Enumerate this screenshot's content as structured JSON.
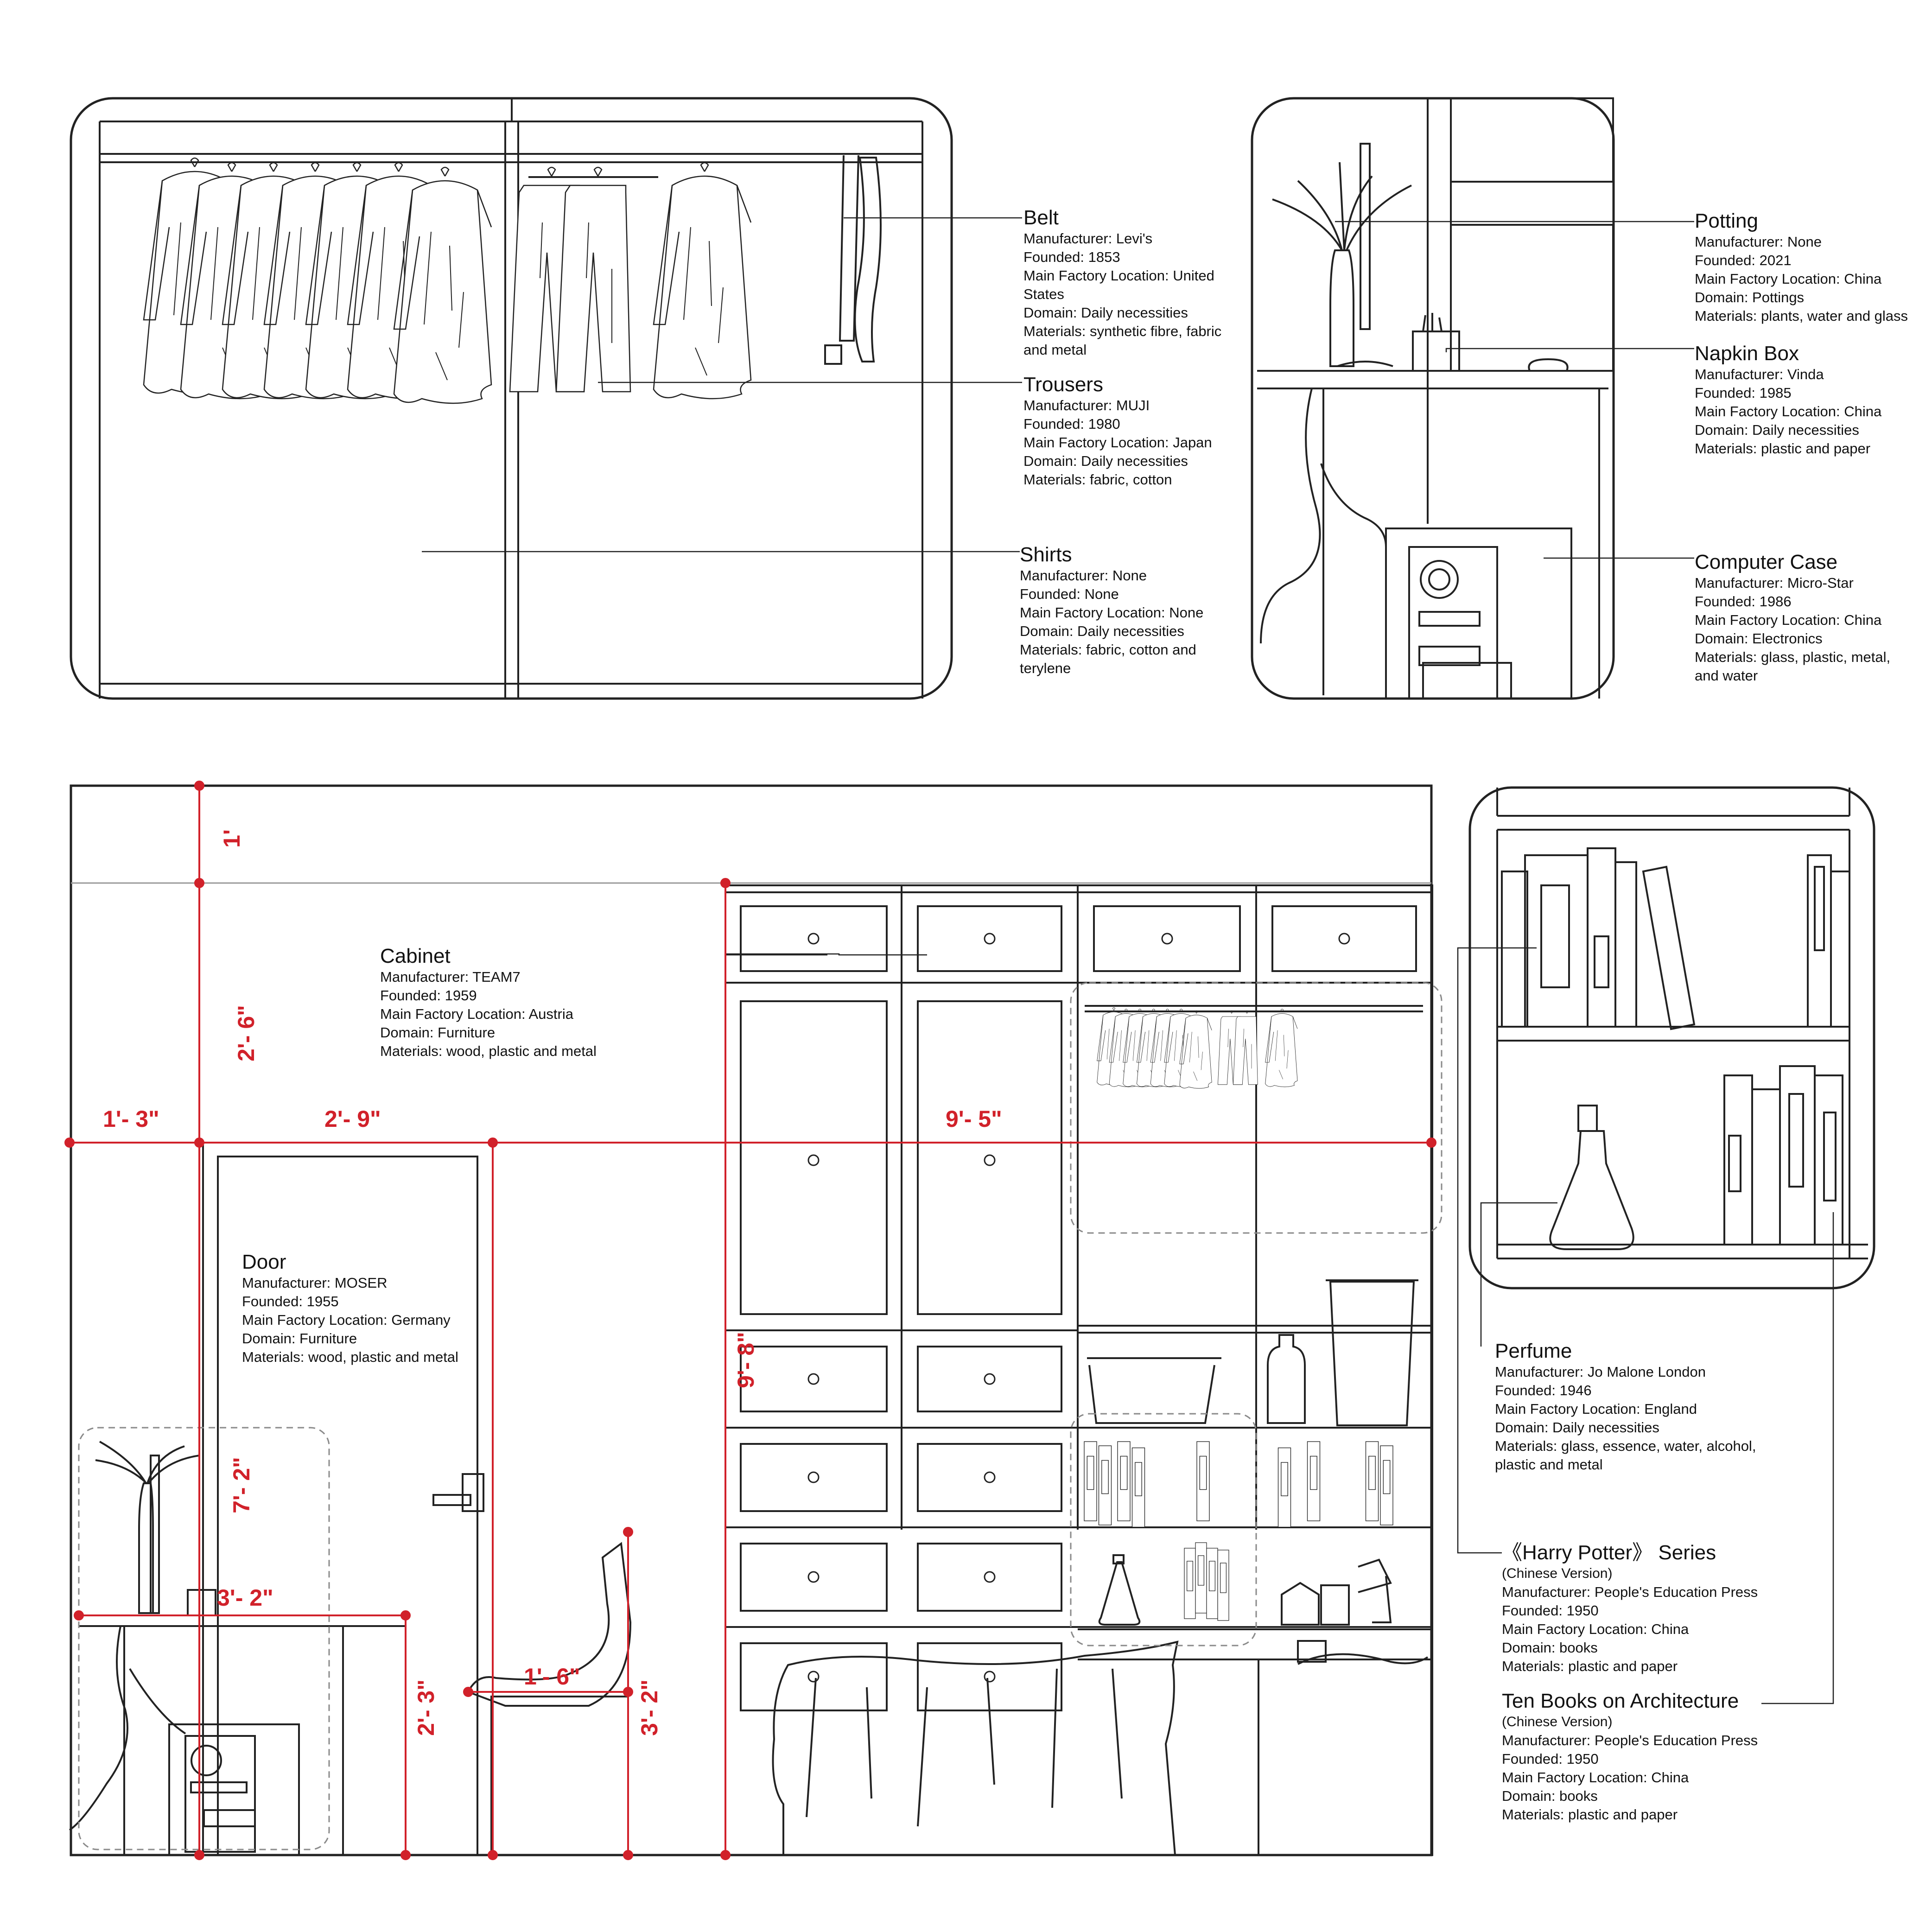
{
  "colors": {
    "line": "#222222",
    "dimension": "#d1212a",
    "guide": "#9a9a9a",
    "dash": "#8a8a8a"
  },
  "annotations": {
    "belt": {
      "title": "Belt",
      "details": [
        "Manufacturer:  Levi's",
        "Founded: 1853",
        "Main Factory Location: United States",
        "Domain: Daily necessities",
        "Materials: synthetic fibre, fabric and metal"
      ]
    },
    "trousers": {
      "title": "Trousers",
      "details": [
        "Manufacturer:  MUJI",
        "Founded: 1980",
        "Main Factory Location: Japan",
        "Domain: Daily necessities",
        "Materials: fabric, cotton"
      ]
    },
    "shirts": {
      "title": "Shirts",
      "details": [
        "Manufacturer: None",
        "Founded: None",
        "Main Factory Location: None",
        "Domain: Daily necessities",
        "Materials: fabric, cotton and terylene"
      ]
    },
    "potting": {
      "title": "Potting",
      "details": [
        "Manufacturer:  None",
        "Founded: 2021",
        "Main Factory Location: China",
        "Domain:  Pottings",
        "Materials: plants, water and glass"
      ]
    },
    "napkin_box": {
      "title": "Napkin Box",
      "details": [
        "Manufacturer:  Vinda",
        "Founded: 1985",
        "Main Factory Location: China",
        "Domain: Daily necessities",
        "Materials: plastic and paper"
      ]
    },
    "computer_case": {
      "title": "Computer Case",
      "details": [
        "Manufacturer:  Micro-Star",
        "Founded: 1986",
        "Main Factory Location: China",
        "Domain: Electronics",
        "Materials: glass, plastic, metal, and water"
      ]
    },
    "cabinet": {
      "title": "Cabinet",
      "details": [
        "Manufacturer:  TEAM7",
        "Founded: 1959",
        "Main Factory Location: Austria",
        "Domain: Furniture",
        "Materials: wood, plastic and metal"
      ]
    },
    "door": {
      "title": "Door",
      "details": [
        "Manufacturer:  MOSER",
        "Founded: 1955",
        "Main Factory Location: Germany",
        "Domain: Furniture",
        "Materials: wood, plastic and metal"
      ]
    },
    "perfume": {
      "title": "Perfume",
      "details": [
        "Manufacturer:  Jo Malone London",
        "Founded: 1946",
        "Main Factory Location: England",
        "Domain: Daily necessities",
        "Materials: glass, essence, water, alcohol, plastic and metal"
      ]
    },
    "harry_potter": {
      "title": "《Harry Potter》 Series",
      "subtitle": "(Chinese Version)",
      "details": [
        "Manufacturer:  People's Education Press",
        "Founded: 1950",
        "Main Factory Location: China",
        "Domain: books",
        "Materials: plastic and paper"
      ]
    },
    "ten_books": {
      "title": "Ten Books on Architecture",
      "subtitle": " (Chinese Version)",
      "details": [
        "Manufacturer:  People's Education Press",
        "Founded: 1950",
        "Main Factory Location: China",
        "Domain: books",
        "Materials: plastic and paper"
      ]
    }
  },
  "dimensions": {
    "d_1ft": "1'",
    "d_2ft6": "2'- 6\"",
    "d_1ft3": "1'- 3\"",
    "d_2ft9": "2'- 9\"",
    "d_9ft5": "9'- 5\"",
    "d_9ft8": "9'- 8\"",
    "d_7ft2": "7'- 2\"",
    "d_3ft2a": "3'- 2\"",
    "d_2ft3": "2'- 3\"",
    "d_1ft6": "1'- 6\"",
    "d_3ft2b": "3'- 2\""
  }
}
